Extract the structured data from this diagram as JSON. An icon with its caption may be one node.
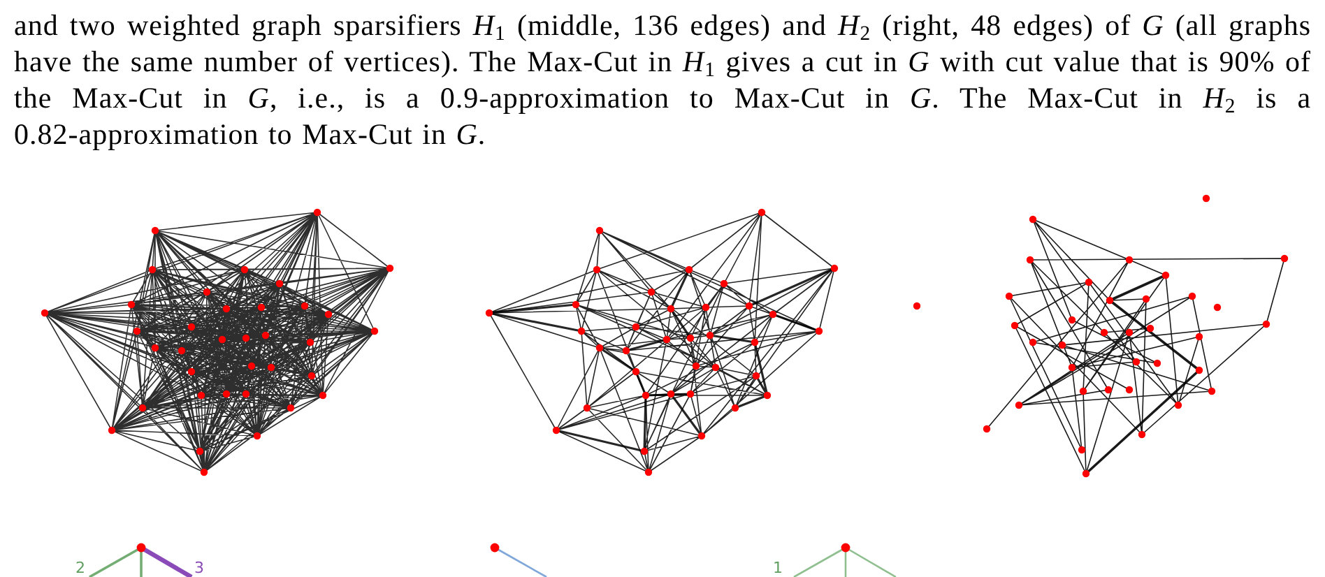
{
  "diagram": {
    "caption": "and two weighted graph sparsifiers *H*$_{1}$ (middle, 136 edges) and *H*$_{2}$ (right, 48 edges) of *G* (all graphs have the same number of vertices). The Max-Cut in *H*$_{1}$ gives a cut in *G* with cut value that is 90% of the Max-Cut in *G*, i.e., is a 0.9-approximation to Max-Cut in *G*. The Max-Cut in *H*$_{2}$ is a 0.82-approximation to Max-Cut in *G*.",
    "labels": [
      "2",
      "3",
      "1"
    ]
  }
}
